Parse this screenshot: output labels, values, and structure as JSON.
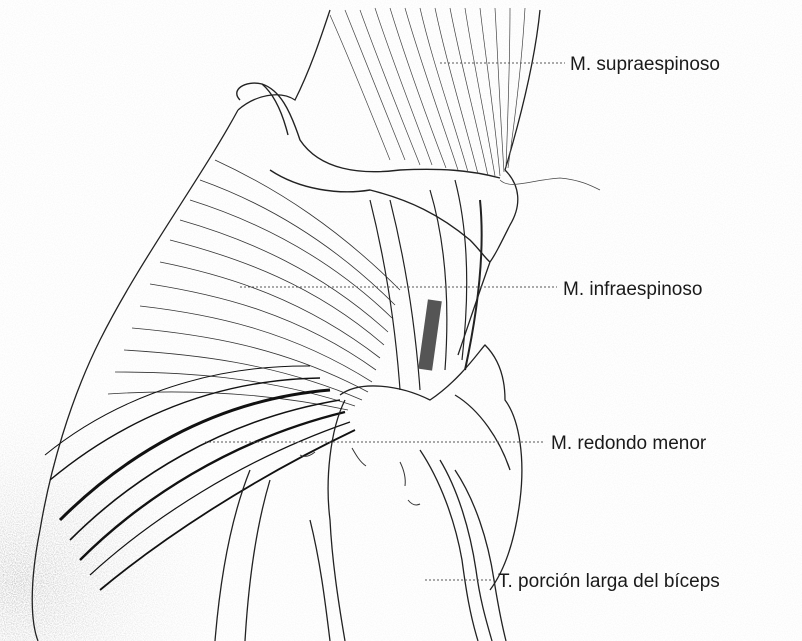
{
  "labels": {
    "supraespinoso": "M. supraespinoso",
    "infraespinoso": "M. infraespinoso",
    "redondo_menor": "M. redondo menor",
    "biceps": "T. porción larga del bíceps"
  }
}
